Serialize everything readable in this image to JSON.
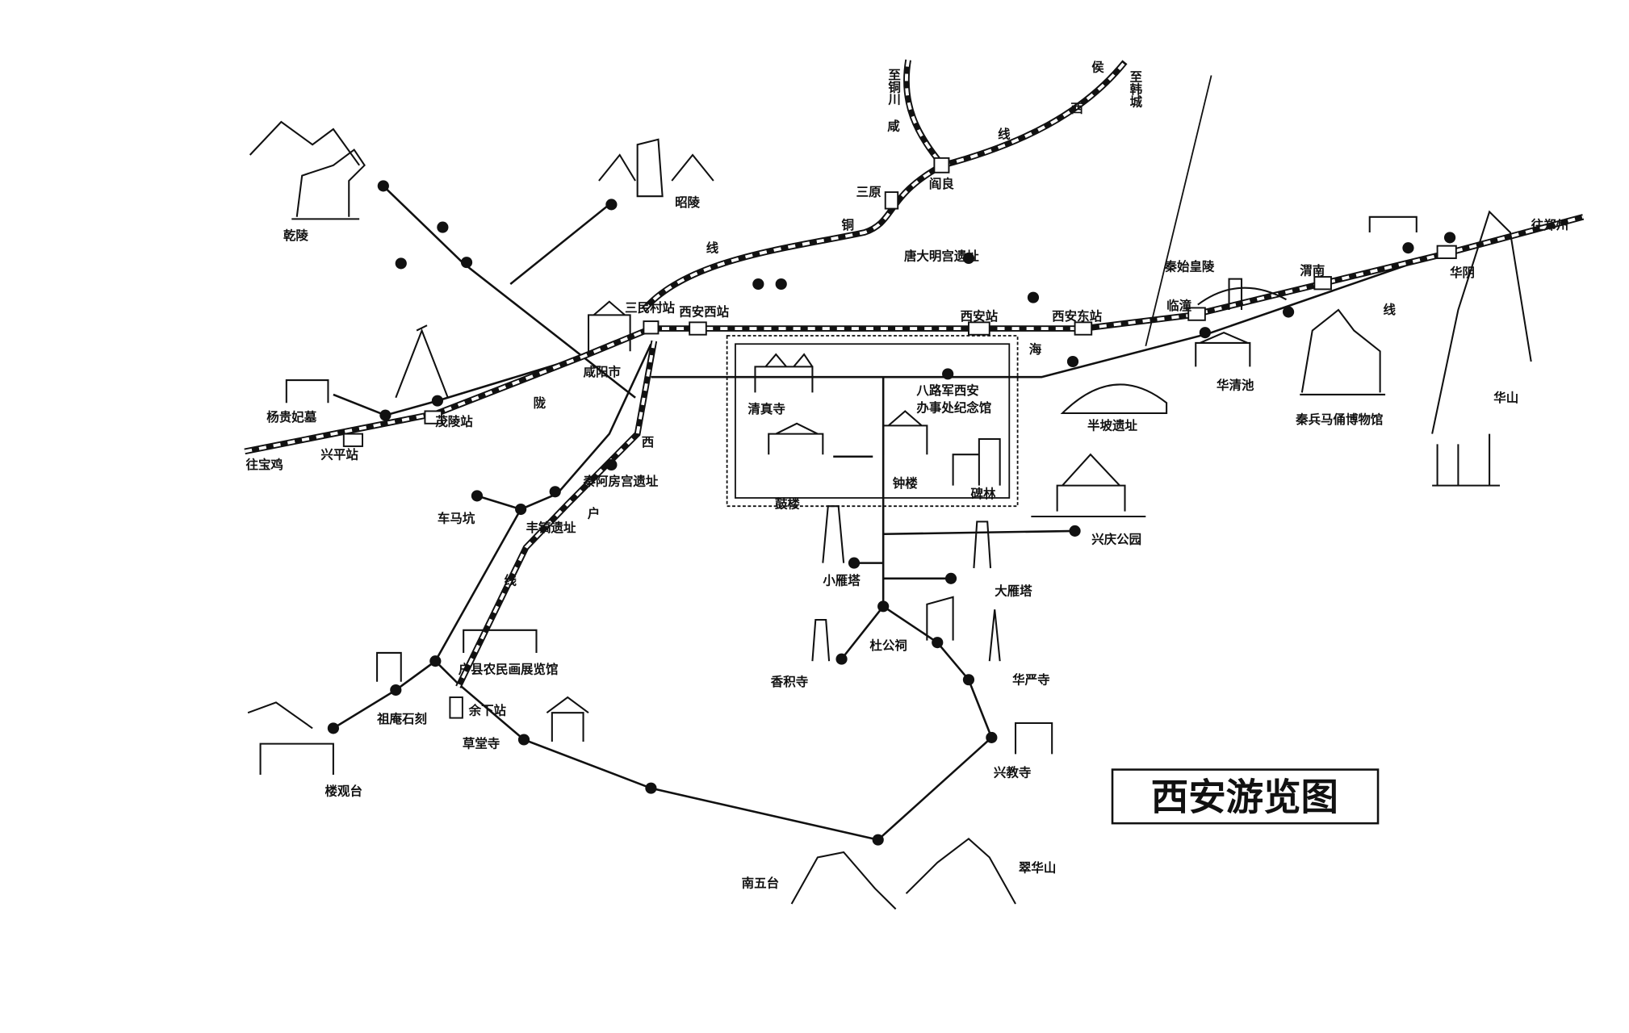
{
  "title": "西安游览图",
  "railways": {
    "longhai": [
      "陇",
      "海",
      "线"
    ],
    "xiantong": [
      "咸",
      "铜",
      "线"
    ],
    "houxi": [
      "侯",
      "西",
      "线"
    ],
    "xihu": [
      "西",
      "户",
      "线"
    ],
    "to_tongchuan": "至铜川",
    "to_hancheng": "至韩城",
    "to_baoji": "往宝鸡",
    "to_zhengzhou": "往郑州"
  },
  "stations": [
    "三民村站",
    "西安西站",
    "西安站",
    "西安东站",
    "临潼",
    "渭南",
    "华阴",
    "兴平站",
    "茂陵站",
    "余下站",
    "三原",
    "阎良",
    "咸阳市"
  ],
  "sites": {
    "qianling": "乾陵",
    "zhaoling": "昭陵",
    "daminggong": "唐大明宫遗址",
    "qinshihuang": "秦始皇陵",
    "yangguifei": "杨贵妃墓",
    "epang": "秦阿房宫遗址",
    "fenghao": "丰镐遗址",
    "chemakeng": "车马坑",
    "qingzhensi": "清真寺",
    "balujun_1": "八路军西安",
    "balujun_2": "办事处纪念馆",
    "gulou": "鼓楼",
    "zhonglou": "钟楼",
    "beilin": "碑林",
    "banpo": "半坡遗址",
    "huaqingchi": "华清池",
    "bingmayong": "秦兵马俑博物馆",
    "huashan": "华山",
    "xingqing": "兴庆公园",
    "xiaoyanta": "小雁塔",
    "dayanta": "大雁塔",
    "dugongci": "杜公祠",
    "xiangjisi": "香积寺",
    "huayansi": "华严寺",
    "xingjiaosi": "兴教寺",
    "huxian": "户县农民画展览馆",
    "caotangsi": "草堂寺",
    "zuan": "祖庵石刻",
    "louguantai": "楼观台",
    "nanwutai": "南五台",
    "cuihuashan": "翠华山"
  }
}
